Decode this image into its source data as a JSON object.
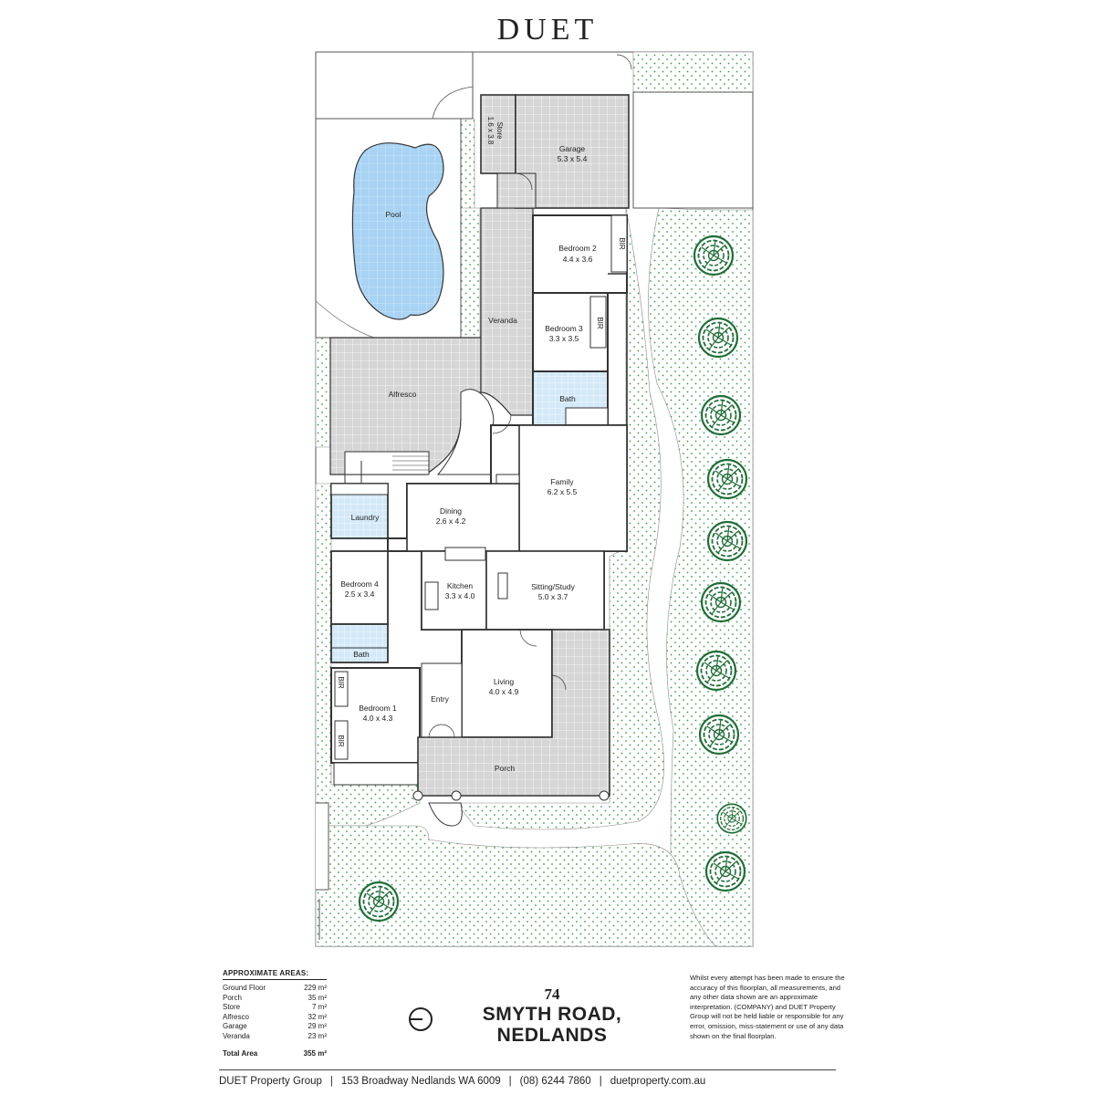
{
  "brand": "DUET",
  "rooms": {
    "store": {
      "name": "Store",
      "dims": "1.6 x 3.8"
    },
    "garage": {
      "name": "Garage",
      "dims": "5.3 x 5.4"
    },
    "pool": {
      "name": "Pool"
    },
    "bedroom2": {
      "name": "Bedroom 2",
      "dims": "4.4 x 3.6"
    },
    "bedroom3": {
      "name": "Bedroom 3",
      "dims": "3.3 x 3.5"
    },
    "veranda": {
      "name": "Veranda"
    },
    "alfresco": {
      "name": "Alfresco"
    },
    "bath_upper": {
      "name": "Bath"
    },
    "family": {
      "name": "Family",
      "dims": "6.2 x 5.5"
    },
    "dining": {
      "name": "Dining",
      "dims": "2.6 x 4.2"
    },
    "laundry": {
      "name": "Laundry"
    },
    "kitchen": {
      "name": "Kitchen",
      "dims": "3.3 x 4.0"
    },
    "sitting": {
      "name": "Sitting/Study",
      "dims": "5.0 x 3.7"
    },
    "bedroom4": {
      "name": "Bedroom 4",
      "dims": "2.5 x 3.4"
    },
    "bath_lower": {
      "name": "Bath"
    },
    "living": {
      "name": "Living",
      "dims": "4.0 x 4.9"
    },
    "entry": {
      "name": "Entry"
    },
    "bedroom1": {
      "name": "Bedroom 1",
      "dims": "4.0 x 4.3"
    },
    "porch": {
      "name": "Porch"
    },
    "bir": "BIR"
  },
  "areas": {
    "heading": "APPROXIMATE AREAS:",
    "rows": [
      {
        "label": "Ground Floor",
        "value": "229 m²"
      },
      {
        "label": "Porch",
        "value": "35 m²"
      },
      {
        "label": "Store",
        "value": "7 m²"
      },
      {
        "label": "Alfresco",
        "value": "32 m²"
      },
      {
        "label": "Garage",
        "value": "29 m²"
      },
      {
        "label": "Veranda",
        "value": "23 m²"
      }
    ],
    "total_label": "Total Area",
    "total_value": "355 m²"
  },
  "address": {
    "number": "74",
    "street": "SMYTH ROAD,",
    "suburb": "NEDLANDS"
  },
  "disclaimer": "Whilst every attempt has been made to ensure the accuracy of this floorplan, all measurements, and any other data shown are an approximate interpretation. (COMPANY) and DUET Property Group will not be held liable or responsible for any error, omission, miss-statement or use of any data shown on the final floorplan.",
  "footer": {
    "company": "DUET Property Group",
    "address": "153 Broadway Nedlands WA 6009",
    "phone": "(08) 6244 7860",
    "website": "duetproperty.com.au"
  },
  "colors": {
    "wall": "#333333",
    "tile": "#d4d4d4",
    "wet": "#cfe6f7",
    "pool": "#a9d3f5",
    "garden": "#3a9a4a",
    "tree": "#1e6e36"
  }
}
